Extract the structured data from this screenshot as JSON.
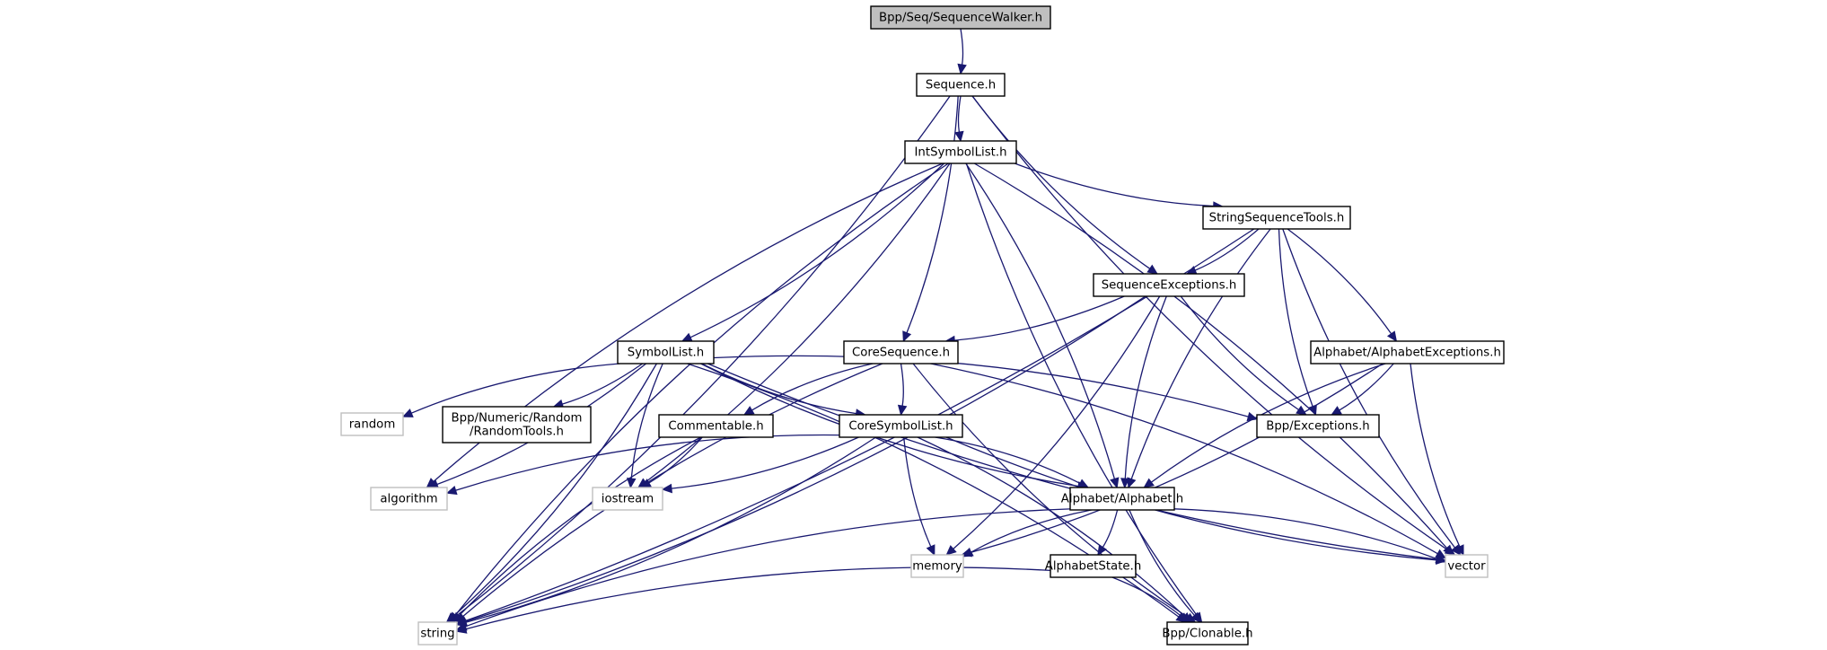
{
  "title": "Bpp/Seq/SequenceWalker.h include dependency graph",
  "colors": {
    "edge": "#191970",
    "root_fill": "#bfbfbf",
    "node_border": "#000000",
    "system_border": "#bfbfbf"
  },
  "nodes": [
    {
      "id": "SequenceWalker",
      "label": [
        "Bpp/Seq/SequenceWalker.h"
      ],
      "kind": "root"
    },
    {
      "id": "Sequence",
      "label": [
        "Sequence.h"
      ],
      "kind": "normal"
    },
    {
      "id": "IntSymbolList",
      "label": [
        "IntSymbolList.h"
      ],
      "kind": "normal"
    },
    {
      "id": "StringSequenceTools",
      "label": [
        "StringSequenceTools.h"
      ],
      "kind": "normal"
    },
    {
      "id": "SequenceExceptions",
      "label": [
        "SequenceExceptions.h"
      ],
      "kind": "normal"
    },
    {
      "id": "SymbolList",
      "label": [
        "SymbolList.h"
      ],
      "kind": "normal"
    },
    {
      "id": "CoreSequence",
      "label": [
        "CoreSequence.h"
      ],
      "kind": "normal"
    },
    {
      "id": "AlphabetExceptions",
      "label": [
        "Alphabet/AlphabetExceptions.h"
      ],
      "kind": "normal"
    },
    {
      "id": "random",
      "label": [
        "random"
      ],
      "kind": "system"
    },
    {
      "id": "RandomTools",
      "label": [
        "Bpp/Numeric/Random",
        "/RandomTools.h"
      ],
      "kind": "normal"
    },
    {
      "id": "Commentable",
      "label": [
        "Commentable.h"
      ],
      "kind": "normal"
    },
    {
      "id": "CoreSymbolList",
      "label": [
        "CoreSymbolList.h"
      ],
      "kind": "normal"
    },
    {
      "id": "Exceptions",
      "label": [
        "Bpp/Exceptions.h"
      ],
      "kind": "normal"
    },
    {
      "id": "algorithm",
      "label": [
        "algorithm"
      ],
      "kind": "system"
    },
    {
      "id": "iostream",
      "label": [
        "iostream"
      ],
      "kind": "system"
    },
    {
      "id": "Alphabet",
      "label": [
        "Alphabet/Alphabet.h"
      ],
      "kind": "normal"
    },
    {
      "id": "memory",
      "label": [
        "memory"
      ],
      "kind": "system"
    },
    {
      "id": "AlphabetState",
      "label": [
        "AlphabetState.h"
      ],
      "kind": "normal"
    },
    {
      "id": "vector",
      "label": [
        "vector"
      ],
      "kind": "system"
    },
    {
      "id": "string",
      "label": [
        "string"
      ],
      "kind": "system"
    },
    {
      "id": "Clonable",
      "label": [
        "Bpp/Clonable.h"
      ],
      "kind": "normal"
    }
  ],
  "edges": [
    [
      "SequenceWalker",
      "Sequence"
    ],
    [
      "Sequence",
      "IntSymbolList"
    ],
    [
      "Sequence",
      "CoreSequence"
    ],
    [
      "Sequence",
      "SequenceExceptions"
    ],
    [
      "Sequence",
      "string"
    ],
    [
      "Sequence",
      "vector"
    ],
    [
      "IntSymbolList",
      "SymbolList"
    ],
    [
      "IntSymbolList",
      "StringSequenceTools"
    ],
    [
      "IntSymbolList",
      "Alphabet"
    ],
    [
      "IntSymbolList",
      "string"
    ],
    [
      "IntSymbolList",
      "vector"
    ],
    [
      "IntSymbolList",
      "algorithm"
    ],
    [
      "IntSymbolList",
      "iostream"
    ],
    [
      "IntSymbolList",
      "Clonable"
    ],
    [
      "StringSequenceTools",
      "SequenceExceptions"
    ],
    [
      "StringSequenceTools",
      "Exceptions"
    ],
    [
      "StringSequenceTools",
      "AlphabetExceptions"
    ],
    [
      "StringSequenceTools",
      "Alphabet"
    ],
    [
      "StringSequenceTools",
      "string"
    ],
    [
      "StringSequenceTools",
      "vector"
    ],
    [
      "SequenceExceptions",
      "CoreSequence"
    ],
    [
      "SequenceExceptions",
      "Exceptions"
    ],
    [
      "SequenceExceptions",
      "memory"
    ],
    [
      "SequenceExceptions",
      "Alphabet"
    ],
    [
      "SequenceExceptions",
      "string"
    ],
    [
      "SymbolList",
      "random"
    ],
    [
      "SymbolList",
      "RandomTools"
    ],
    [
      "SymbolList",
      "CoreSymbolList"
    ],
    [
      "SymbolList",
      "Exceptions"
    ],
    [
      "SymbolList",
      "Alphabet"
    ],
    [
      "SymbolList",
      "algorithm"
    ],
    [
      "SymbolList",
      "iostream"
    ],
    [
      "SymbolList",
      "string"
    ],
    [
      "SymbolList",
      "vector"
    ],
    [
      "SymbolList",
      "Clonable"
    ],
    [
      "CoreSequence",
      "Commentable"
    ],
    [
      "CoreSequence",
      "CoreSymbolList"
    ],
    [
      "CoreSequence",
      "string"
    ],
    [
      "CoreSequence",
      "vector"
    ],
    [
      "CoreSequence",
      "Clonable"
    ],
    [
      "AlphabetExceptions",
      "Exceptions"
    ],
    [
      "AlphabetExceptions",
      "Alphabet"
    ],
    [
      "AlphabetExceptions",
      "memory"
    ],
    [
      "AlphabetExceptions",
      "vector"
    ],
    [
      "Commentable",
      "iostream"
    ],
    [
      "Commentable",
      "string"
    ],
    [
      "CoreSymbolList",
      "Alphabet"
    ],
    [
      "CoreSymbolList",
      "algorithm"
    ],
    [
      "CoreSymbolList",
      "iostream"
    ],
    [
      "CoreSymbolList",
      "memory"
    ],
    [
      "CoreSymbolList",
      "string"
    ],
    [
      "CoreSymbolList",
      "vector"
    ],
    [
      "CoreSymbolList",
      "Clonable"
    ],
    [
      "Alphabet",
      "memory"
    ],
    [
      "Alphabet",
      "AlphabetState"
    ],
    [
      "Alphabet",
      "Clonable"
    ],
    [
      "Alphabet",
      "vector"
    ],
    [
      "Alphabet",
      "string"
    ],
    [
      "AlphabetState",
      "Clonable"
    ],
    [
      "AlphabetState",
      "string"
    ]
  ]
}
